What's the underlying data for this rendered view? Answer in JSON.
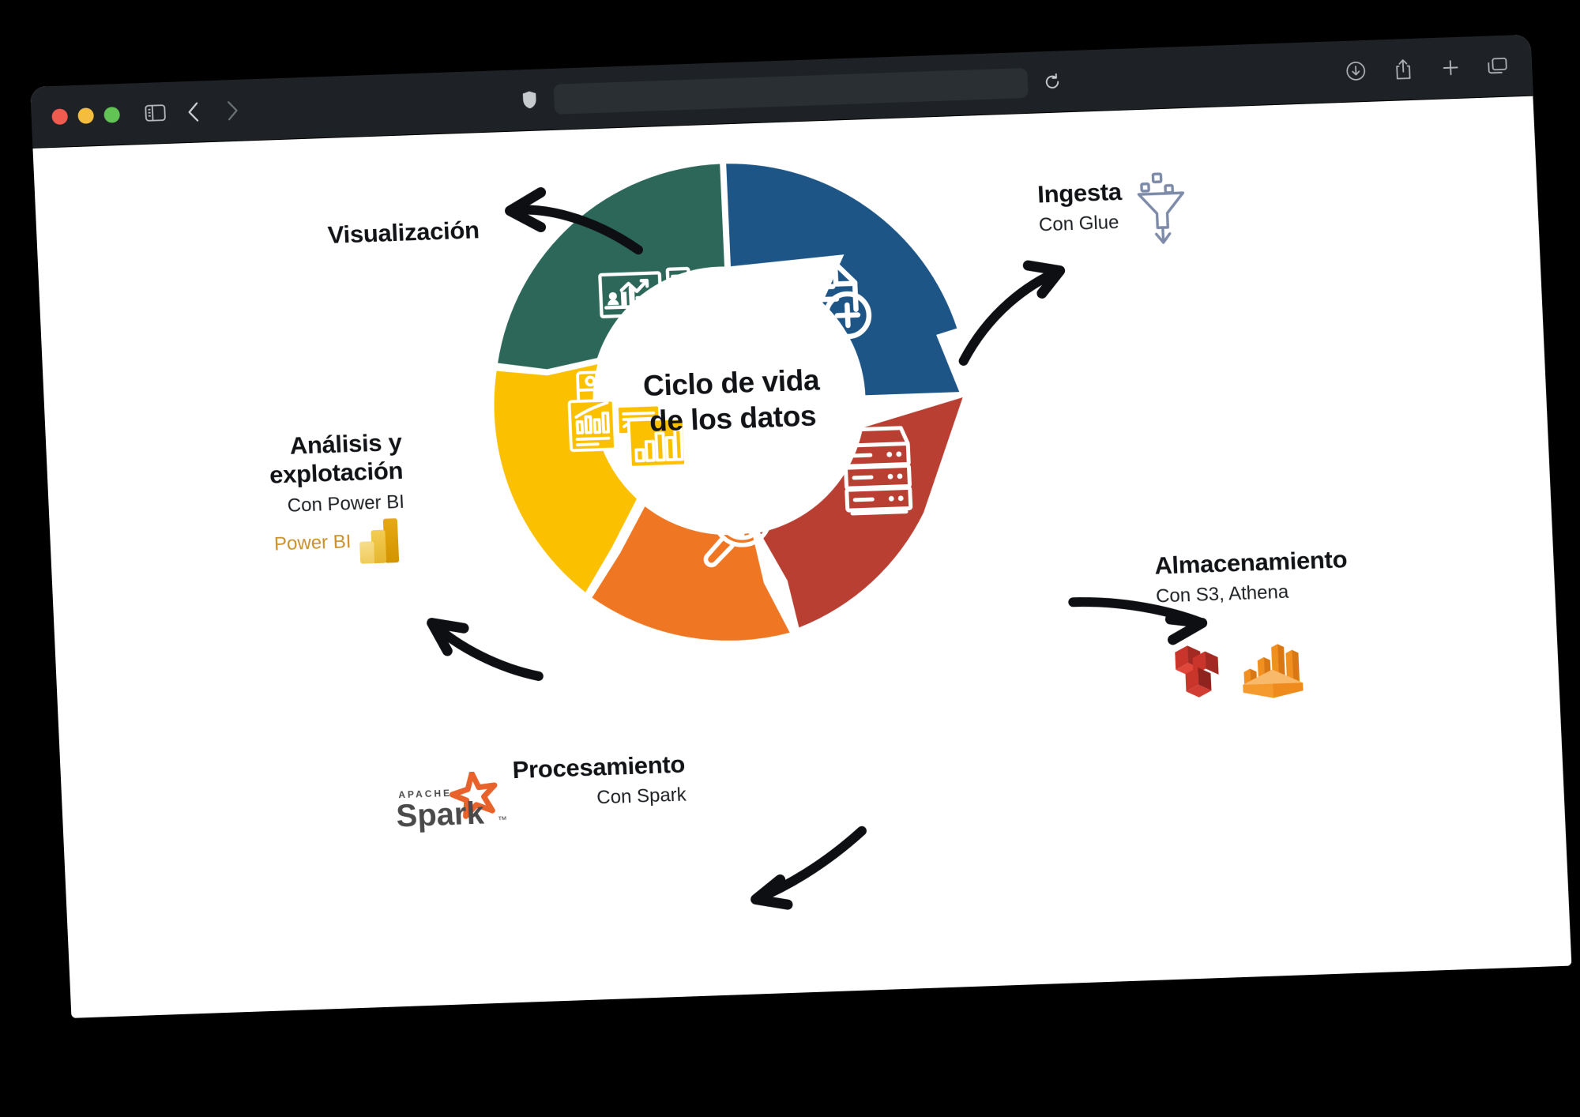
{
  "browser": {
    "name": "Safari",
    "traffic_lights": [
      "close",
      "minimize",
      "zoom"
    ],
    "sidebar_toggle": "sidebar-icon",
    "back_label": "Back",
    "forward_label": "Forward",
    "shield_icon": "shield-icon",
    "url_value": "",
    "url_placeholder": "",
    "reload_icon": "reload-icon",
    "toolbar_right": [
      {
        "name": "downloads-icon",
        "label": "Downloads"
      },
      {
        "name": "share-icon",
        "label": "Share"
      },
      {
        "name": "new-tab-icon",
        "label": "New Tab"
      },
      {
        "name": "tab-overview-icon",
        "label": "Tab Overview"
      }
    ]
  },
  "diagram": {
    "center_line1": "Ciclo de vida",
    "center_line2": "de los datos",
    "segments": [
      {
        "id": "ingesta",
        "color": "#1d5586",
        "icon": "document-add-icon"
      },
      {
        "id": "almacenamiento",
        "color": "#b93f33",
        "icon": "server-rack-icon"
      },
      {
        "id": "procesamiento",
        "color": "#ef7622",
        "icon": "magnifier-gear-icon"
      },
      {
        "id": "analisis",
        "color": "#fbc000",
        "icon": "dashboard-charts-icon"
      },
      {
        "id": "visualizacion",
        "color": "#2c6759",
        "icon": "desktop-analytics-icon"
      }
    ],
    "labels": {
      "visualizacion": {
        "title": "Visualización",
        "sub": ""
      },
      "ingesta": {
        "title": "Ingesta",
        "sub": "Con Glue"
      },
      "almacenamiento": {
        "title": "Almacenamiento",
        "sub": "Con S3, Athena"
      },
      "procesamiento": {
        "title": "Procesamiento",
        "sub": "Con Spark"
      },
      "analisis": {
        "title_line1": "Análisis y",
        "title_line2": "explotación",
        "sub": "Con Power BI"
      }
    },
    "logos": {
      "glue": "glue-funnel-icon",
      "s3": "aws-s3-icon",
      "athena": "aws-athena-icon",
      "spark_word": "Spark",
      "spark_super": "APACHE",
      "powerbi_text": "Power BI"
    },
    "colors": {
      "ingesta": "#1d5586",
      "almacenamiento": "#b93f33",
      "procesamiento": "#ef7622",
      "analisis": "#fbc000",
      "visualizacion": "#2c6759",
      "text": "#111316",
      "glue_icon": "#7d8ba8",
      "powerbi_text": "#c8912c",
      "spark_star": "#e8622c",
      "spark_word": "#4a4a4a"
    }
  }
}
